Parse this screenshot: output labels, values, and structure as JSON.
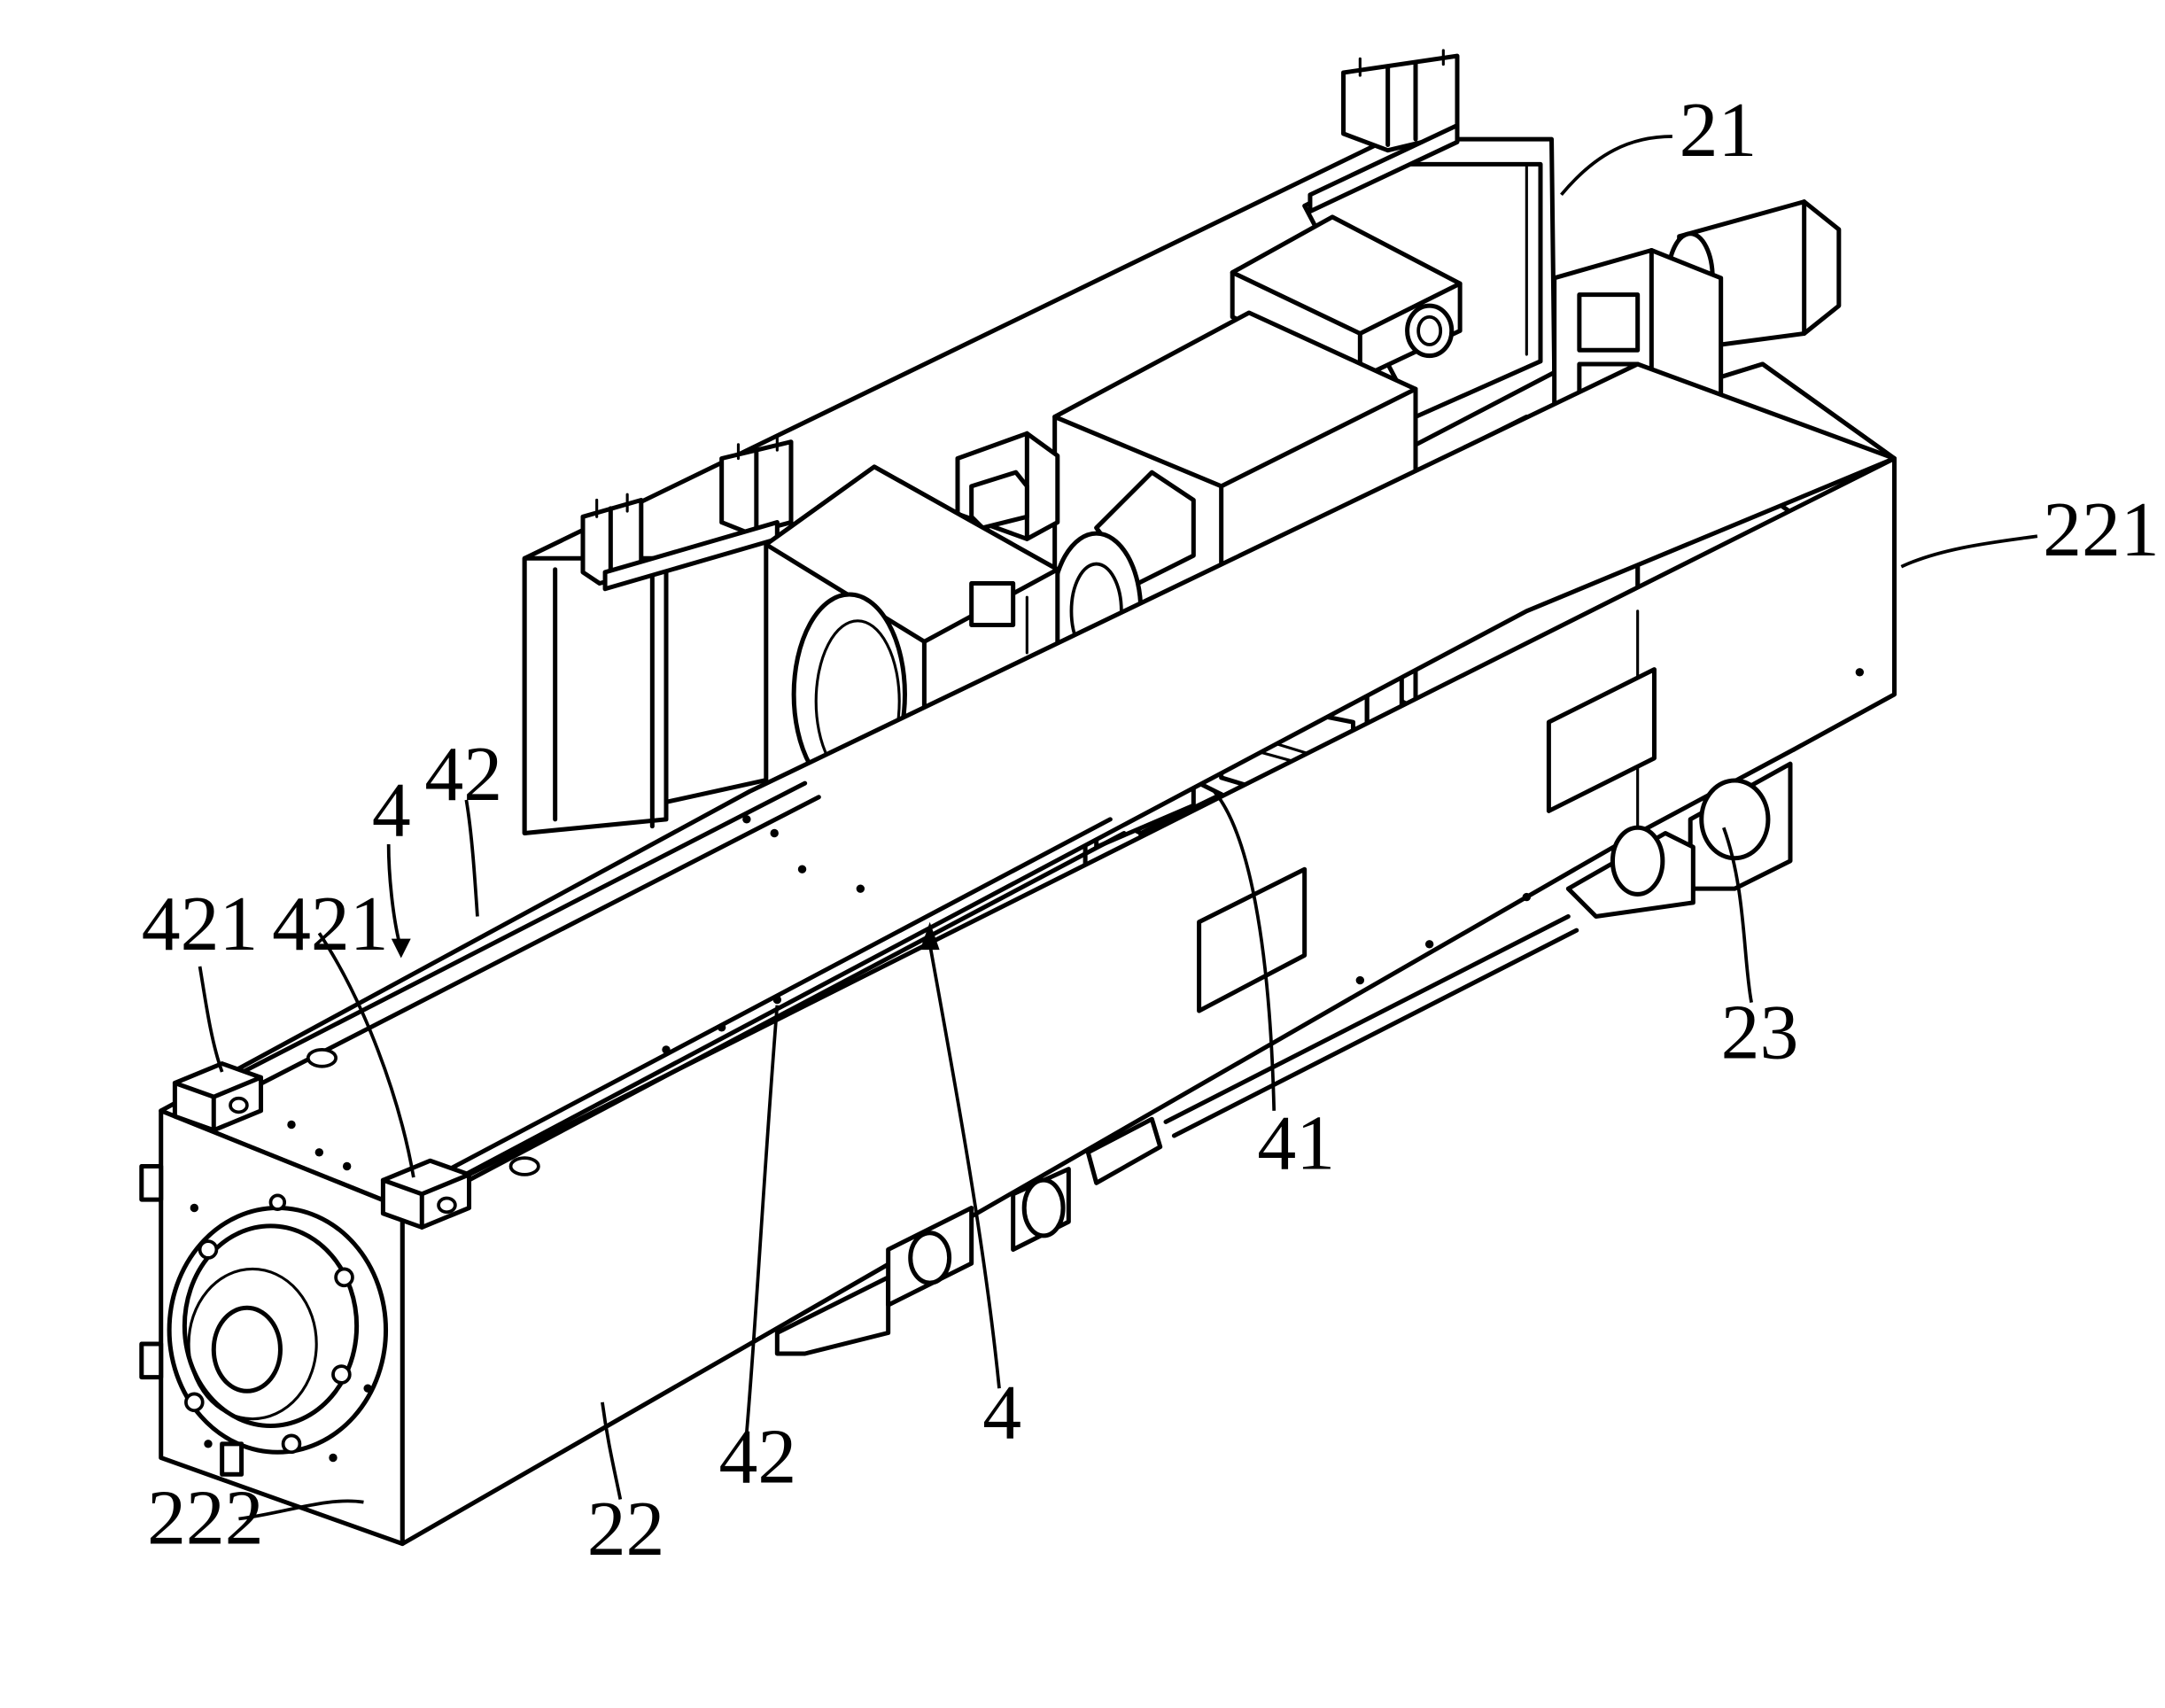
{
  "labels": {
    "l21": "21",
    "l221": "221",
    "l23": "23",
    "l41": "41",
    "l4_left": "4",
    "l4_bottom": "4",
    "l42_top": "42",
    "l42_bottom": "42",
    "l421_left": "421",
    "l421_right": "421",
    "l22": "22",
    "l222": "222"
  }
}
